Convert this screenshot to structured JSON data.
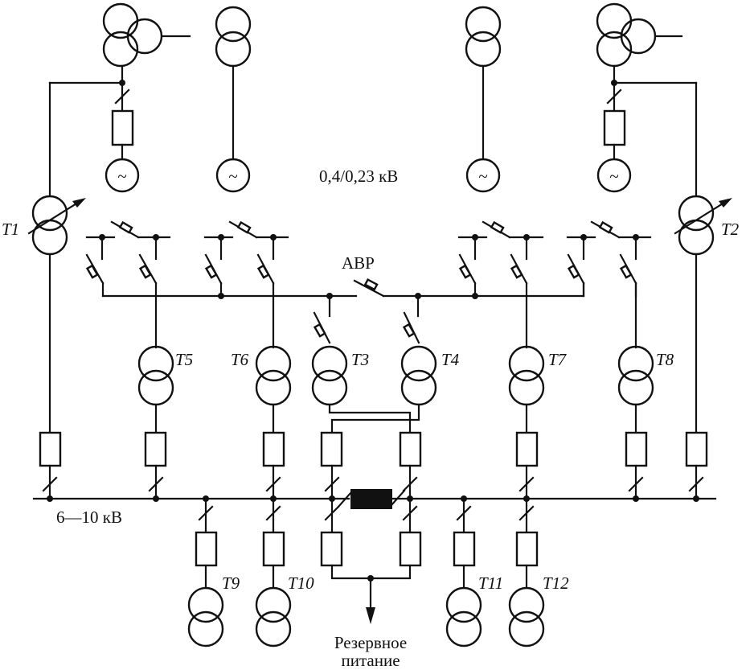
{
  "diagram": {
    "type": "electrical single-line diagram",
    "labels": {
      "lv_voltage": "0,4/0,23 кВ",
      "hv_voltage": "6—10 кВ",
      "ats": "АВР",
      "reserve_line1": "Резервное",
      "reserve_line2": "питание"
    },
    "transformers": {
      "t1": "T1",
      "t2": "T2",
      "t3": "T3",
      "t4": "T4",
      "t5": "T5",
      "t6": "T6",
      "t7": "T7",
      "t8": "T8",
      "t9": "T9",
      "t10": "T10",
      "t11": "T11",
      "t12": "T12"
    },
    "generators": [
      "~",
      "~",
      "~",
      "~"
    ],
    "symbols": {
      "generator": "generator-icon",
      "transformer": "two-winding-transformer-icon",
      "three_winding_transformer": "three-winding-transformer-icon",
      "regulating_transformer": "regulating-transformer-icon",
      "circuit_breaker": "breaker-box-icon",
      "disconnector": "disconnector-icon",
      "reactor": "reactor-icon",
      "switch": "switch-icon"
    }
  }
}
